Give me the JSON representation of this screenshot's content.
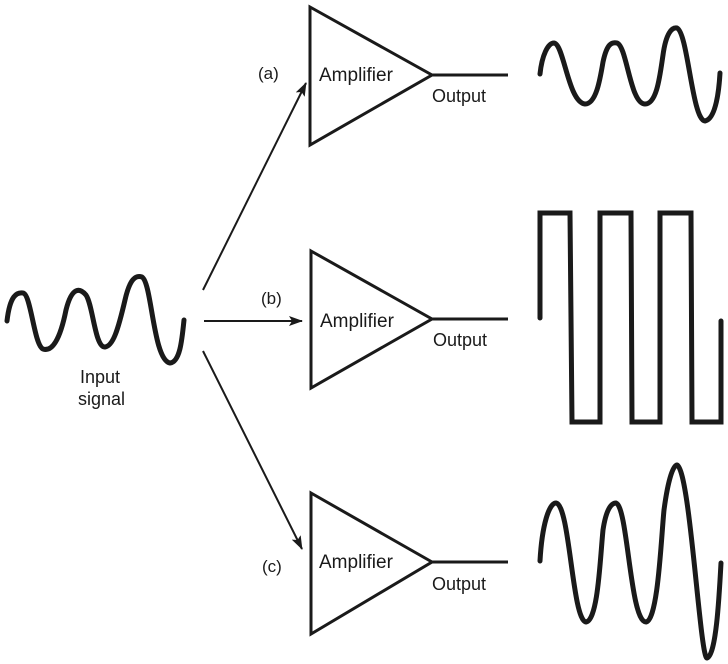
{
  "title": "Amplifier input/output waveform comparison",
  "input": {
    "label_line1": "Input",
    "label_line2": "signal",
    "waveform": "sine-with-growing-third-peak"
  },
  "cases": [
    {
      "tag": "(a)",
      "block_label": "Amplifier",
      "output_label": "Output",
      "output_waveform": "faithful-copy-of-input"
    },
    {
      "tag": "(b)",
      "block_label": "Amplifier",
      "output_label": "Output",
      "output_waveform": "square-wave-clipped"
    },
    {
      "tag": "(c)",
      "block_label": "Amplifier",
      "output_label": "Output",
      "output_waveform": "amplified-copy-of-input"
    }
  ],
  "colors": {
    "ink": "#1a1a1a",
    "background": "#ffffff"
  }
}
